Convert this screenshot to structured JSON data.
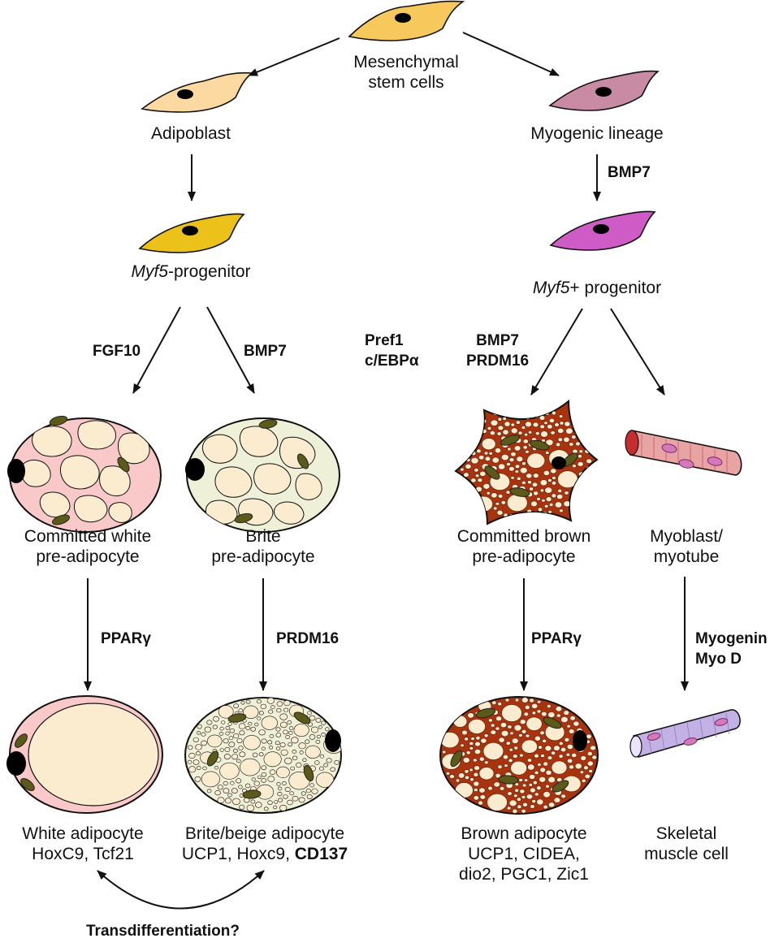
{
  "nodes": {
    "msc": {
      "line1": "Mesenchymal",
      "line2": "stem cells"
    },
    "adipoblast": "Adipoblast",
    "myogenic": "Myogenic lineage",
    "myf5_left": {
      "gene": "Myf5",
      "rest": "-progenitor"
    },
    "myf5_right": {
      "gene": "Myf5",
      "rest": "+ progenitor"
    },
    "white_pre": {
      "line1": "Committed white",
      "line2": "pre-adipocyte"
    },
    "brite_pre": {
      "line1": "Brite",
      "line2": "pre-adipocyte"
    },
    "brown_pre": {
      "line1": "Committed brown",
      "line2": "pre-adipocyte"
    },
    "myoblast": {
      "line1": "Myoblast/",
      "line2": "myotube"
    },
    "white_ad": {
      "line1": "White adipocyte",
      "line2": "HoxC9, Tcf21"
    },
    "brite_ad": {
      "line1": "Brite/beige adipocyte",
      "line2a": "UCP1, Hoxc9, ",
      "line2b": "CD137"
    },
    "brown_ad": {
      "line1": "Brown adipocyte",
      "line2": "UCP1, CIDEA,",
      "line3": "dio2, PGC1, Zic1"
    },
    "skeletal": {
      "line1": "Skeletal",
      "line2": "muscle cell"
    }
  },
  "factors": {
    "bmp7_top": "BMP7",
    "fgf10": "FGF10",
    "bmp7_left": "BMP7",
    "pref1": "Pref1",
    "cebpa": "c/EBPα",
    "bmp7_right": "BMP7",
    "prdm16_right": "PRDM16",
    "pparg_white": "PPARγ",
    "prdm16_brite": "PRDM16",
    "pparg_brown": "PPARγ",
    "myogenin": "Myogenin",
    "myod": "Myo D"
  },
  "footer": "Transdifferentiation?",
  "colors": {
    "msc": "#f7c95c",
    "adipoblast": "#fcd9a0",
    "myogenic": "#c98aa4",
    "myf5_left": "#ecc21a",
    "myf5_right": "#cf5cc6",
    "white_pre": "#f9c9c9",
    "brite_pre": "#eef1d8",
    "brown": "#a8330f",
    "lipid": "#fbebcf",
    "mito": "#5c5a18",
    "muscle": "#e8a3a3",
    "skeletal": "#c3b0e4"
  }
}
